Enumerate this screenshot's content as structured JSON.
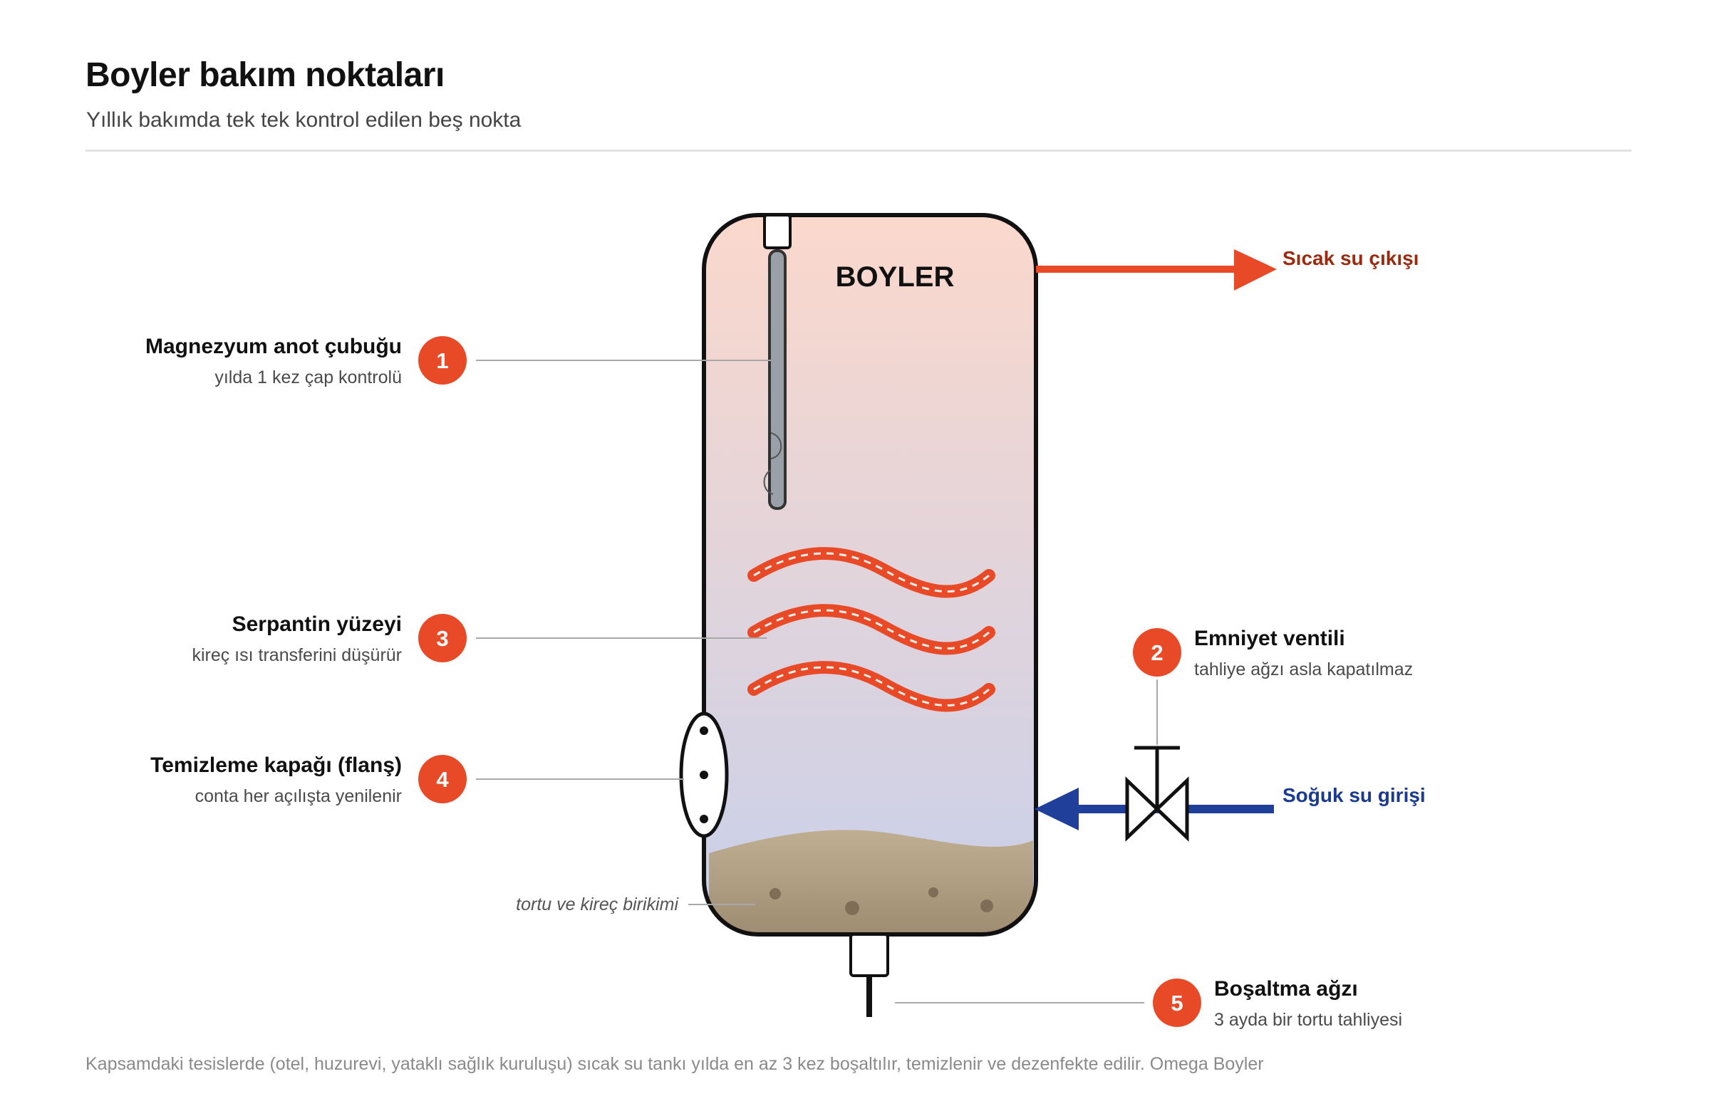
{
  "header": {
    "title": "Boyler bakım noktaları",
    "subtitle": "Yıllık bakımda tek tek kontrol edilen beş nokta"
  },
  "tank": {
    "label": "BOYLER"
  },
  "flows": {
    "hot_out": "Sıcak su çıkışı",
    "cold_in": "Soğuk su girişi"
  },
  "sediment_label": "tortu ve kireç birikimi",
  "points": [
    {
      "number": "1",
      "title": "Magnezyum anot çubuğu",
      "note": "yılda 1 kez çap kontrolü"
    },
    {
      "number": "2",
      "title": "Emniyet ventili",
      "note": "tahliye ağzı asla kapatılmaz"
    },
    {
      "number": "3",
      "title": "Serpantin yüzeyi",
      "note": "kireç ısı transferini düşürür"
    },
    {
      "number": "4",
      "title": "Temizleme kapağı (flanş)",
      "note": "conta her açılışta yenilenir"
    },
    {
      "number": "5",
      "title": "Boşaltma ağzı",
      "note": "3 ayda bir tortu tahliyesi"
    }
  ],
  "footnote": "Kapsamdaki tesislerde (otel, huzurevi, yataklı sağlık kuruluşu) sıcak su tankı yılda en az 3 kez boşaltılır, temizlenir ve dezenfekte edilir. Omega Boyler",
  "colors": {
    "accent": "#e84a27",
    "hot": "#e84a27",
    "cold": "#1f3f9a",
    "tank_top": "#f9d9cf",
    "tank_bottom": "#c9d0e9",
    "sediment": "#a8987d"
  },
  "icons": [
    "tank-icon",
    "anode-rod-icon",
    "heating-coil-icon",
    "flange-icon",
    "safety-valve-icon",
    "drain-icon",
    "arrow-right-icon",
    "arrow-left-icon"
  ]
}
